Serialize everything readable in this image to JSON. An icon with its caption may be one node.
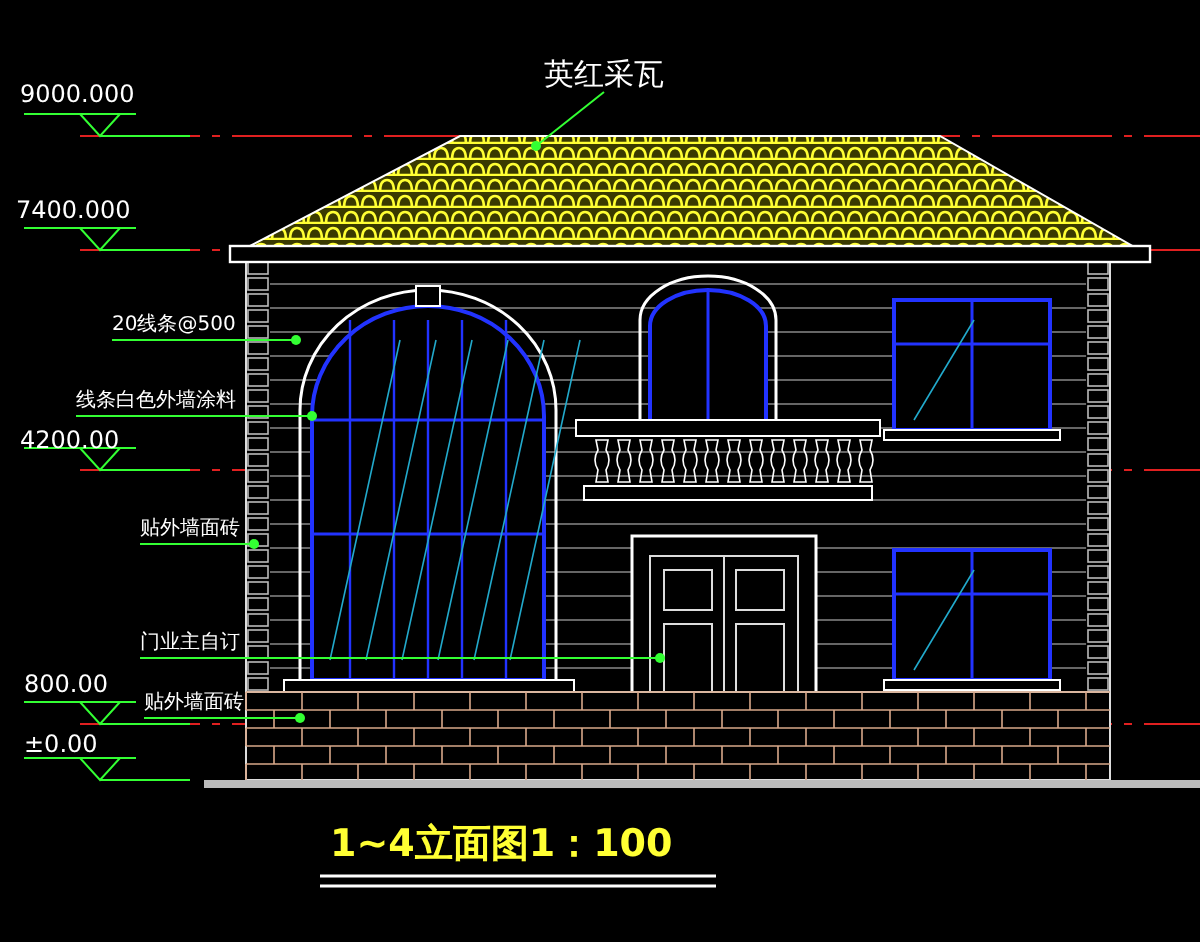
{
  "diagram": {
    "title": "1~4立面图1：100",
    "nodes": [
      {
        "text": [
          "英红采瓦"
        ]
      },
      {
        "text": [
          "20线条@500"
        ]
      },
      {
        "text": [
          "线条白色外墙涂料"
        ]
      },
      {
        "text": [
          "贴外墙面砖"
        ]
      },
      {
        "text": [
          "门业主自订"
        ]
      },
      {
        "text": [
          "贴外墙面砖"
        ]
      }
    ],
    "edges": [
      {
        "from": 0,
        "to": null,
        "arrow": "other"
      },
      {
        "from": 1,
        "to": null,
        "arrow": "other"
      },
      {
        "from": 2,
        "to": null,
        "arrow": "other"
      },
      {
        "from": 3,
        "to": null,
        "arrow": "other"
      },
      {
        "from": 4,
        "to": null,
        "arrow": "other"
      },
      {
        "from": 5,
        "to": null,
        "arrow": "other"
      }
    ],
    "labels": [
      "9000.000",
      "7400.000",
      "4200.00",
      "800.00",
      "±0.00"
    ]
  }
}
